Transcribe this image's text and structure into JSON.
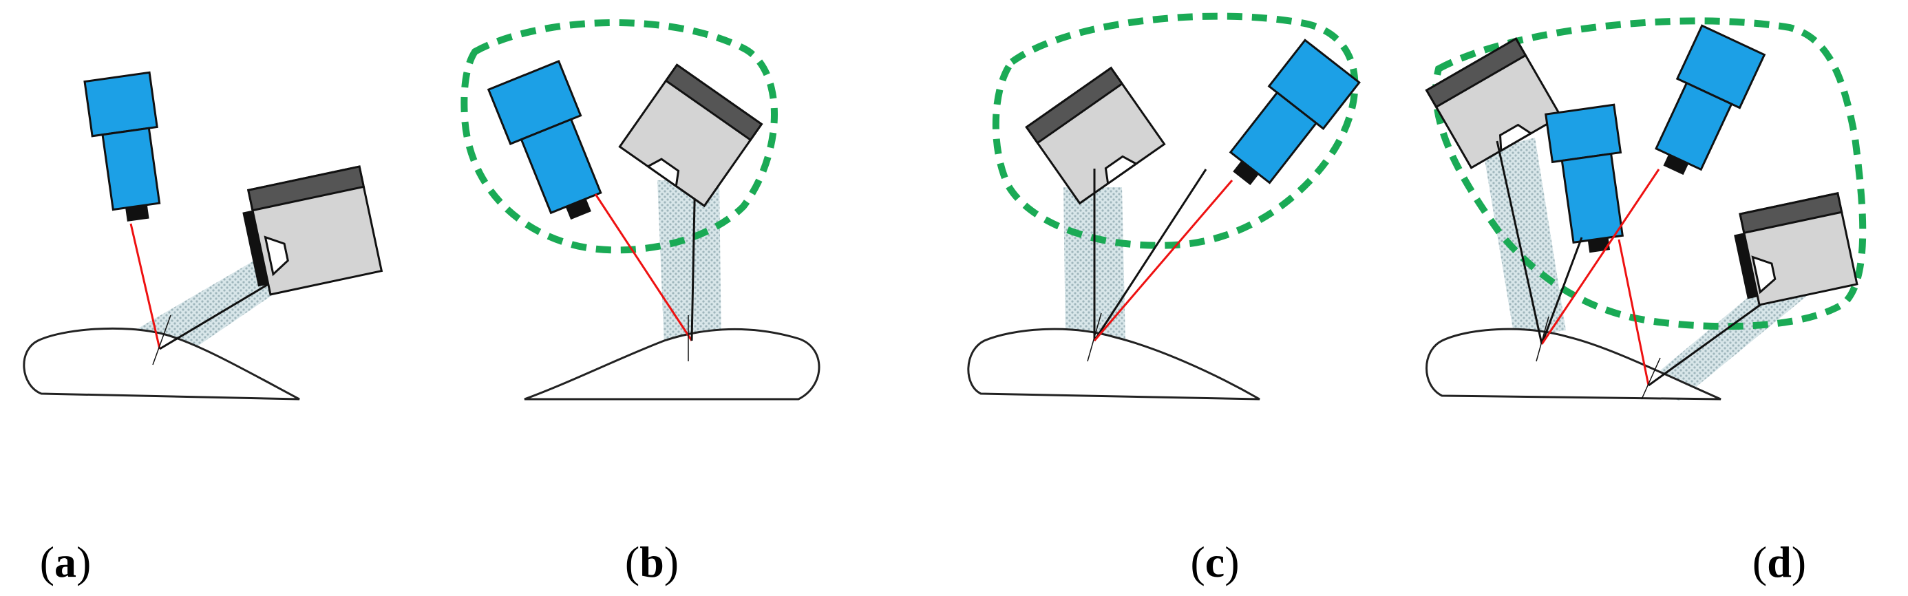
{
  "colors": {
    "camera_body": "#1ca0e6",
    "camera_outline": "#111111",
    "laser_line": "#ee1111",
    "projector_body": "#d4d4d4",
    "projector_top": "#555555",
    "light_beam": "#c6d8dc",
    "field_of_view": "#1aaa55",
    "surface_outline": "#222222"
  },
  "icons": {
    "camera": "camera-icon",
    "projector": "projector-icon",
    "object": "object-surface"
  },
  "panels": [
    {
      "id": "a",
      "paren_open": "(",
      "letter": "a",
      "paren_close": ")"
    },
    {
      "id": "b",
      "paren_open": "(",
      "letter": "b",
      "paren_close": ")"
    },
    {
      "id": "c",
      "paren_open": "(",
      "letter": "c",
      "paren_close": ")"
    },
    {
      "id": "d",
      "paren_open": "(",
      "letter": "d",
      "paren_close": ")"
    }
  ]
}
